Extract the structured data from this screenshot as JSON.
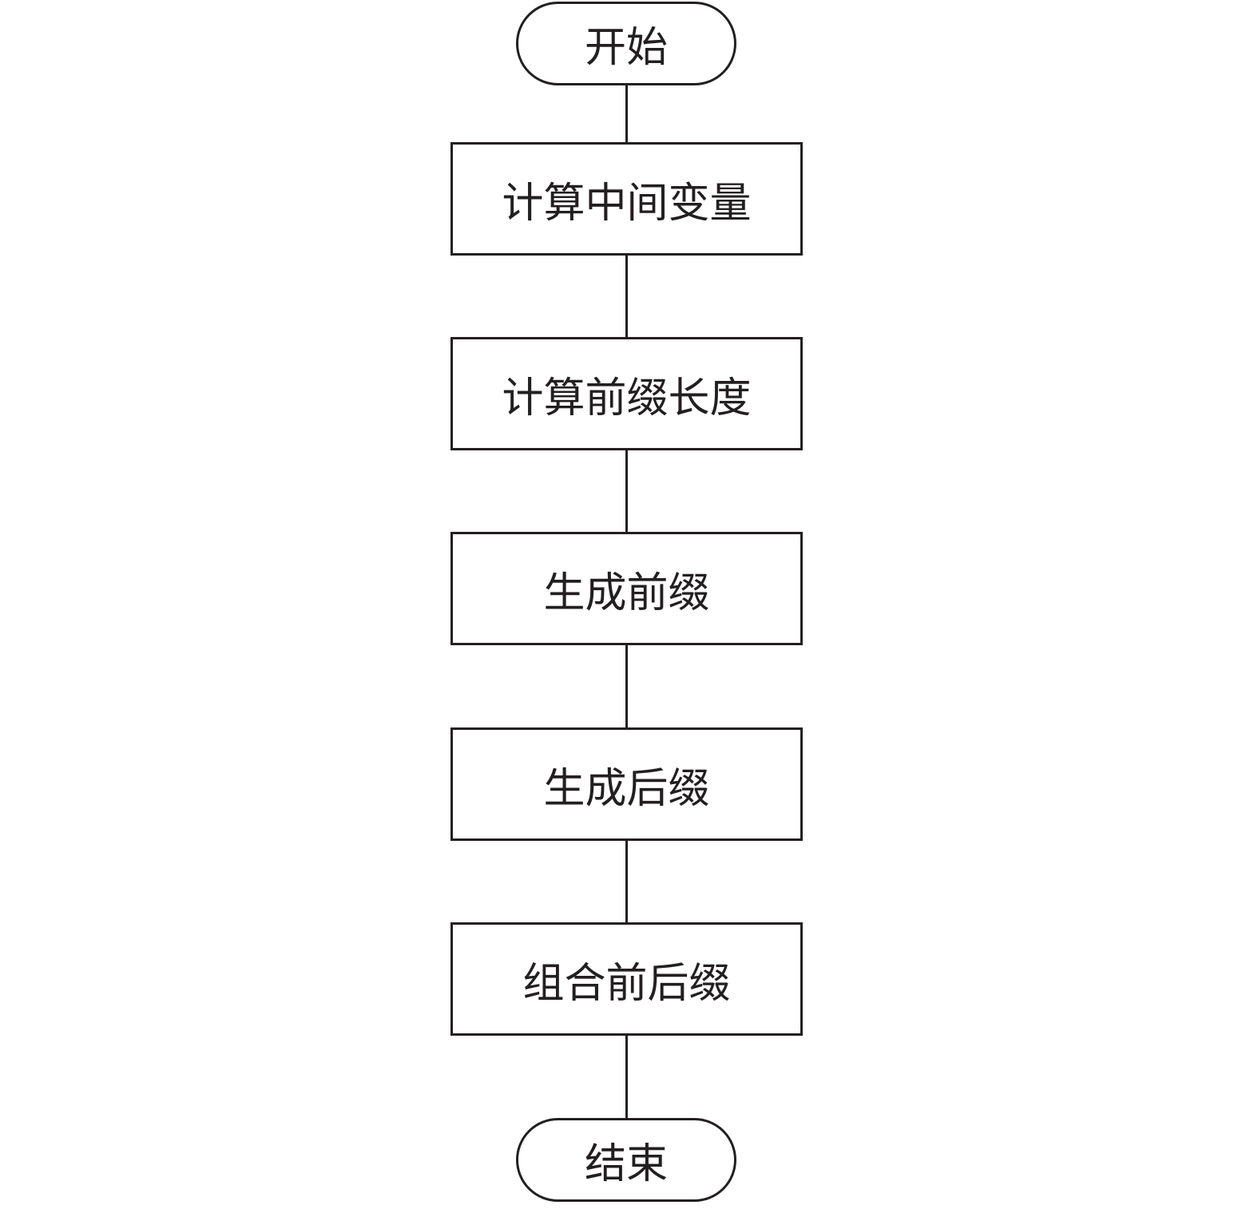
{
  "flowchart": {
    "start": "开始",
    "steps": [
      "计算中间变量",
      "计算前缀长度",
      "生成前缀",
      "生成后缀",
      "组合前后缀"
    ],
    "end": "结束"
  }
}
